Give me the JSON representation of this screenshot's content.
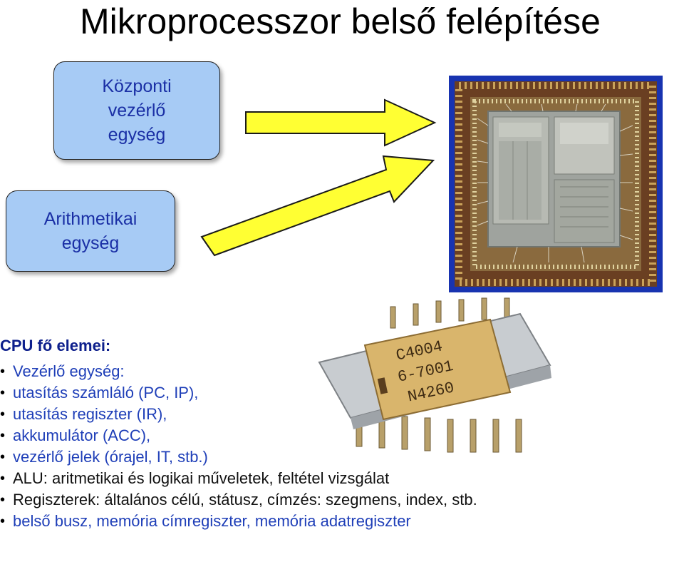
{
  "title": "Mikroprocesszor belső felépítése",
  "blocks": {
    "control_unit": "Központi\nvezérlő\negység",
    "alu": "Arithmetikai\negység"
  },
  "chip_marking": [
    "C4004",
    "6-7001",
    "N4260"
  ],
  "section": {
    "heading": "CPU fő elemei:",
    "items": [
      "Vezérlő egység:",
      "utasítás számláló (PC, IP),",
      "utasítás regiszter (IR),",
      "akkumulátor (ACC),",
      "vezérlő jelek (órajel, IT, stb.)",
      "ALU: aritmetikai és logikai műveletek, feltétel vizsgálat",
      "Regiszterek: általános célú, státusz, címzés: szegmens, index, stb.",
      "belső busz, memória címregiszter, memória adatregiszter"
    ]
  },
  "colors": {
    "box_fill": "#a7cbf5",
    "box_text": "#1a2fa5",
    "arrow_fill": "#ffff33",
    "list_text": "#1f3fb8",
    "heading_text": "#0d1f8c"
  }
}
